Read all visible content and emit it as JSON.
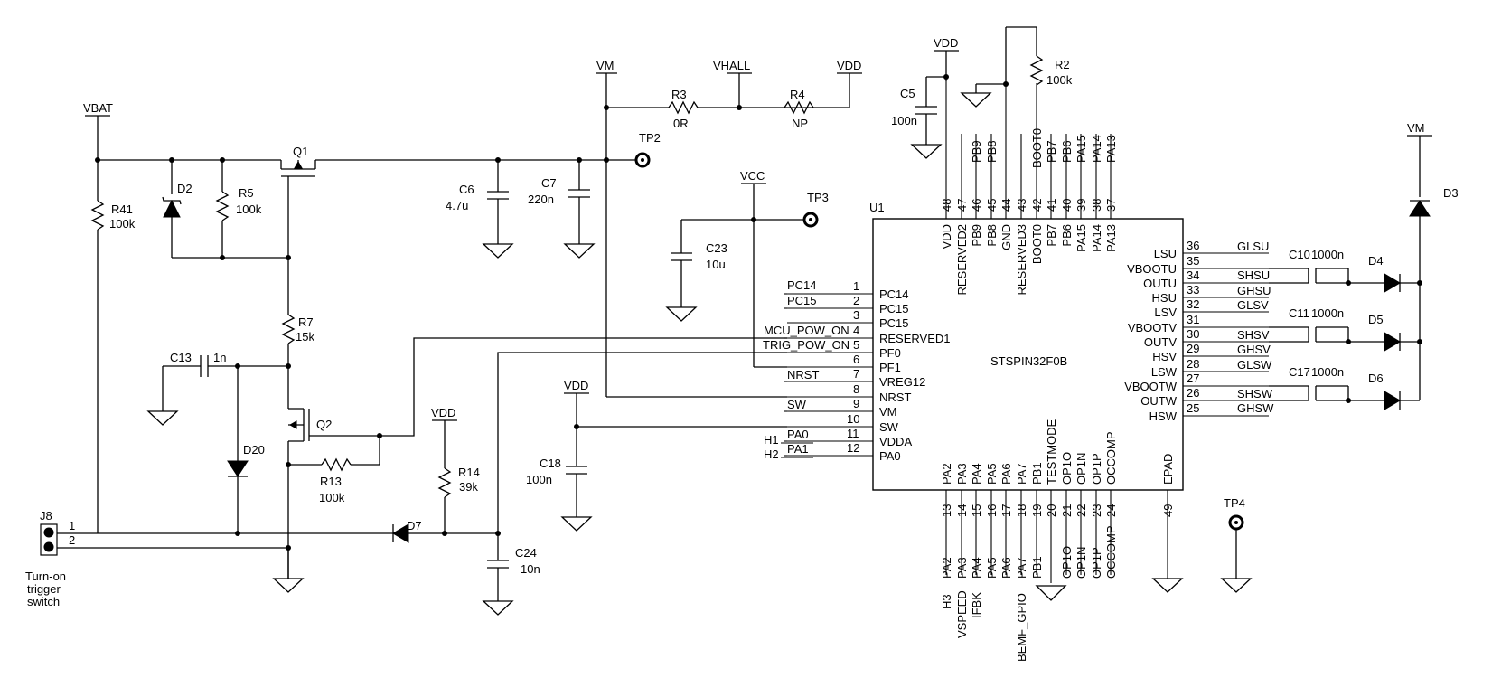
{
  "nets": {
    "vbat": "VBAT",
    "vm": "VM",
    "vhall": "VHALL",
    "vdd": "VDD",
    "vcc": "VCC"
  },
  "components": {
    "r41": {
      "ref": "R41",
      "value": "100k"
    },
    "d2": {
      "ref": "D2"
    },
    "r5": {
      "ref": "R5",
      "value": "100k"
    },
    "q1": {
      "ref": "Q1"
    },
    "r7": {
      "ref": "R7",
      "value": "15k"
    },
    "c13": {
      "ref": "C13",
      "value": "1n"
    },
    "d20": {
      "ref": "D20"
    },
    "q2": {
      "ref": "Q2"
    },
    "r13": {
      "ref": "R13",
      "value": "100k"
    },
    "r14": {
      "ref": "R14",
      "value": "39k"
    },
    "d7": {
      "ref": "D7"
    },
    "c24": {
      "ref": "C24",
      "value": "10n"
    },
    "c6": {
      "ref": "C6",
      "value": "4.7u"
    },
    "c7": {
      "ref": "C7",
      "value": "220n"
    },
    "r3": {
      "ref": "R3",
      "value": "0R"
    },
    "r4": {
      "ref": "R4",
      "value": "NP"
    },
    "c23": {
      "ref": "C23",
      "value": "10u"
    },
    "c18": {
      "ref": "C18",
      "value": "100n"
    },
    "c5": {
      "ref": "C5",
      "value": "100n"
    },
    "r2": {
      "ref": "R2",
      "value": "100k"
    },
    "d3": {
      "ref": "D3"
    },
    "d4": {
      "ref": "D4"
    },
    "d5": {
      "ref": "D5"
    },
    "d6": {
      "ref": "D6"
    },
    "c10": {
      "ref": "C10",
      "value": "1000n"
    },
    "c11": {
      "ref": "C11",
      "value": "1000n"
    },
    "c17": {
      "ref": "C17",
      "value": "1000n"
    }
  },
  "testpoints": {
    "tp2": "TP2",
    "tp3": "TP3",
    "tp4": "TP4"
  },
  "connector": {
    "ref": "J8",
    "pin1": "1",
    "pin2": "2",
    "caption_line1": "Turn-on",
    "caption_line2": "trigger",
    "caption_line3": "switch"
  },
  "ic": {
    "ref": "U1",
    "part": "STSPIN32F0B",
    "left_pins": [
      {
        "num": "1",
        "name": "PC14",
        "net": "PC14"
      },
      {
        "num": "2",
        "name": "PC15",
        "net": "PC15"
      },
      {
        "num": "3",
        "name": "PC15",
        "net": ""
      },
      {
        "num": "4",
        "name": "RESERVED1",
        "net": "MCU_POW_ON"
      },
      {
        "num": "5",
        "name": "PF0",
        "net": "TRIG_POW_ON"
      },
      {
        "num": "6",
        "name": "PF1",
        "net": ""
      },
      {
        "num": "7",
        "name": "VREG12",
        "net": "NRST"
      },
      {
        "num": "8",
        "name": "NRST",
        "net": ""
      },
      {
        "num": "9",
        "name": "VM",
        "net": "SW"
      },
      {
        "num": "10",
        "name": "SW",
        "net": ""
      },
      {
        "num": "11",
        "name": "VDDA",
        "net": "PA0"
      },
      {
        "num": "12",
        "name": "PA0",
        "net": "PA1"
      }
    ],
    "left_extra": {
      "pin13": "PA1",
      "h1": "H1",
      "h2": "H2"
    },
    "right_pins": [
      {
        "num": "36",
        "name": "LSU",
        "net": "GLSU"
      },
      {
        "num": "35",
        "name": "VBOOTU",
        "net": ""
      },
      {
        "num": "34",
        "name": "OUTU",
        "net": "SHSU"
      },
      {
        "num": "33",
        "name": "HSU",
        "net": "GHSU"
      },
      {
        "num": "32",
        "name": "LSV",
        "net": "GLSV"
      },
      {
        "num": "31",
        "name": "VBOOTV",
        "net": ""
      },
      {
        "num": "30",
        "name": "OUTV",
        "net": "SHSV"
      },
      {
        "num": "29",
        "name": "HSV",
        "net": "GHSV"
      },
      {
        "num": "28",
        "name": "LSW",
        "net": "GLSW"
      },
      {
        "num": "27",
        "name": "VBOOTW",
        "net": ""
      },
      {
        "num": "26",
        "name": "OUTW",
        "net": "SHSW"
      },
      {
        "num": "25",
        "name": "HSW",
        "net": "GHSW"
      }
    ],
    "top_pins": [
      {
        "num": "48",
        "name": "VDD",
        "net": ""
      },
      {
        "num": "47",
        "name": "RESERVED2",
        "net": ""
      },
      {
        "num": "46",
        "name": "PB9",
        "net": "PB9"
      },
      {
        "num": "45",
        "name": "PB8",
        "net": "PB8"
      },
      {
        "num": "44",
        "name": "GND",
        "net": ""
      },
      {
        "num": "43",
        "name": "RESERVED3",
        "net": ""
      },
      {
        "num": "42",
        "name": "BOOT0",
        "net": "BOOT0"
      },
      {
        "num": "41",
        "name": "PB7",
        "net": "PB7"
      },
      {
        "num": "40",
        "name": "PB6",
        "net": "PB6"
      },
      {
        "num": "39",
        "name": "PA15",
        "net": "PA15"
      },
      {
        "num": "38",
        "name": "PA14",
        "net": "PA14"
      },
      {
        "num": "37",
        "name": "PA13",
        "net": "PA13"
      }
    ],
    "bottom_pins": [
      {
        "num": "13",
        "name": "PA2",
        "net": "PA2"
      },
      {
        "num": "14",
        "name": "PA3",
        "net": "PA3"
      },
      {
        "num": "15",
        "name": "PA4",
        "net": "PA4"
      },
      {
        "num": "16",
        "name": "PA5",
        "net": "PA5"
      },
      {
        "num": "17",
        "name": "PA6",
        "net": "PA6"
      },
      {
        "num": "18",
        "name": "PA7",
        "net": "PA7"
      },
      {
        "num": "19",
        "name": "PB1",
        "net": "PB1"
      },
      {
        "num": "20",
        "name": "TESTMODE",
        "net": ""
      },
      {
        "num": "21",
        "name": "OP1O",
        "net": "OP1O"
      },
      {
        "num": "22",
        "name": "OP1N",
        "net": "OP1N"
      },
      {
        "num": "23",
        "name": "OP1P",
        "net": "OP1P"
      },
      {
        "num": "24",
        "name": "OCCOMP",
        "net": "OCCOMP"
      }
    ],
    "epad": {
      "num": "49",
      "name": "EPAD"
    },
    "bottom_notes": {
      "h3": "H3",
      "vspeed": "VSPEED",
      "ifbk": "IFBK",
      "bemf": "BEMF_GPIO"
    }
  }
}
